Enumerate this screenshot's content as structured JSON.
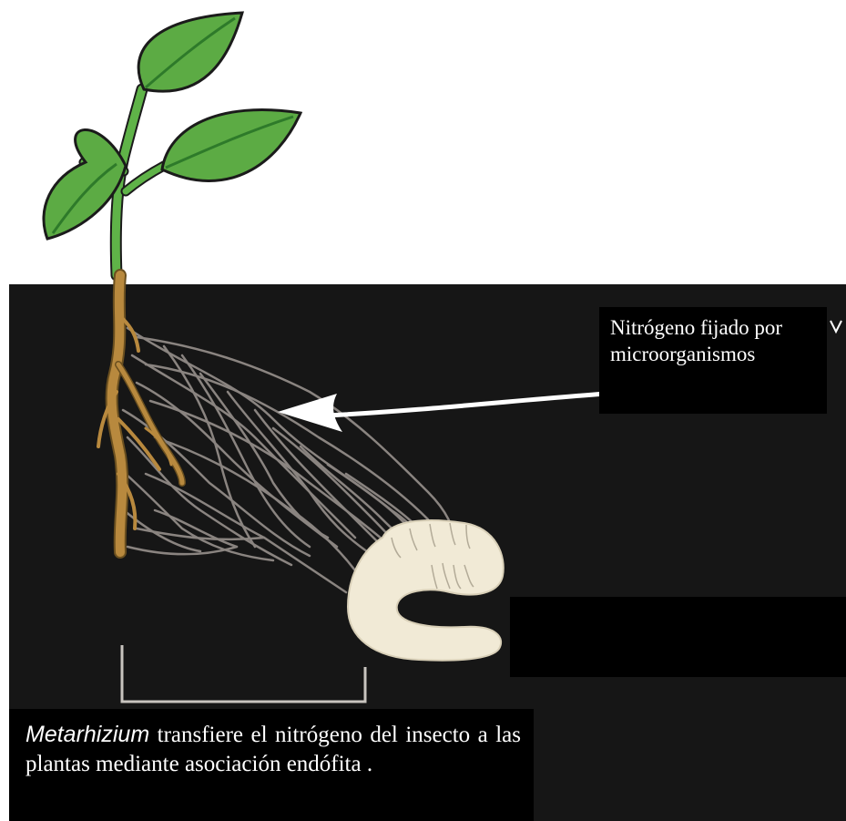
{
  "labels": {
    "nitrogen_fixed": "Nitrógeno fijado por microorganismos",
    "genus": "Metarhizium",
    "description": "transfiere el nitrógeno del insecto a las plantas mediante asociación endófita ."
  },
  "colors": {
    "soil": "#161616",
    "leaf": "#5cab44",
    "leaf_vein": "#2e7a2a",
    "stem": "#5fb348",
    "root": "#b8893e",
    "hyphae": "#8a8480",
    "larva": "#f1ead6",
    "arrow": "#ffffff",
    "bracket": "#c8c4bf"
  },
  "icons": [
    "plant-icon",
    "larva-icon",
    "arrow-icon",
    "bracket-icon"
  ]
}
